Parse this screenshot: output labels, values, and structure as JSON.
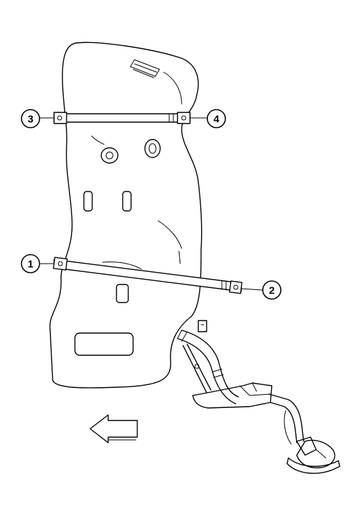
{
  "callouts": [
    {
      "label": "1"
    },
    {
      "label": "2"
    },
    {
      "label": "3"
    },
    {
      "label": "4"
    }
  ],
  "icons": {
    "direction_arrow": "front-direction-arrow-icon"
  }
}
